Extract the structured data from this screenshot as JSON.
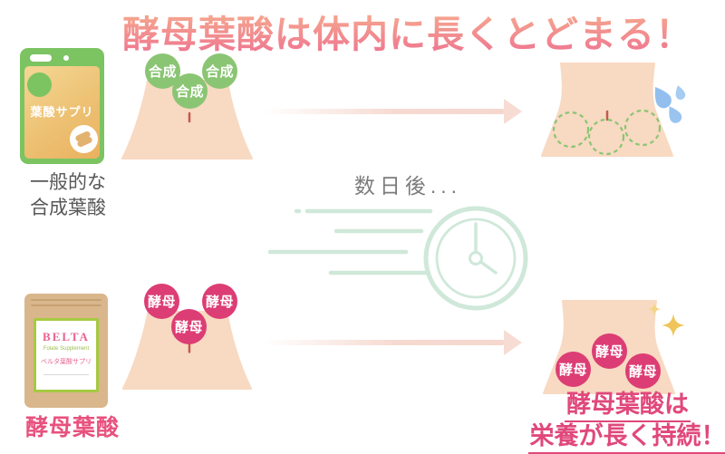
{
  "title": "酵母葉酸は体内に長くとどまる！",
  "colors": {
    "title_gradient_top": "#F7B38E",
    "title_gradient_bottom": "#EE7190",
    "skin": "#F8D9C2",
    "synthetic_green": "#8AC573",
    "yeast_pink": "#DC3D74",
    "accent_pink": "#E8517E",
    "result_pink": "#E0487B",
    "mint": "#CFE8D9",
    "gray_text": "#595757",
    "droplet_blue": "#9AC4EF",
    "sparkle_gold": "#EFC459",
    "package_green": "#7CC362",
    "kraft_tan": "#D9B68C",
    "label_border_green": "#A5CA42"
  },
  "top_row": {
    "package": {
      "label": "葉酸サプリ"
    },
    "caption_line1": "一般的な",
    "caption_line2": "合成葉酸",
    "bubbles": [
      "合成",
      "合成",
      "合成"
    ]
  },
  "middle": {
    "elapsed": "数日後..."
  },
  "bottom_row": {
    "package": {
      "brand": "BELTA",
      "subtitle": "Folate Supplement",
      "name_jp": "ベルタ葉酸サプリ"
    },
    "caption": "酵母葉酸",
    "bubbles_before": [
      "酵母",
      "酵母",
      "酵母"
    ],
    "bubbles_after": [
      "酵母",
      "酵母",
      "酵母"
    ],
    "result_line1": "酵母葉酸は",
    "result_line2": "栄養が長く持続！"
  },
  "icons": {
    "clock": "clock-icon",
    "speed_lines": "speed-lines-icon",
    "droplets": "droplets-icon",
    "sparkles": "sparkles-icon",
    "arrow": "arrow-right-icon",
    "pills": "pill-icon"
  }
}
